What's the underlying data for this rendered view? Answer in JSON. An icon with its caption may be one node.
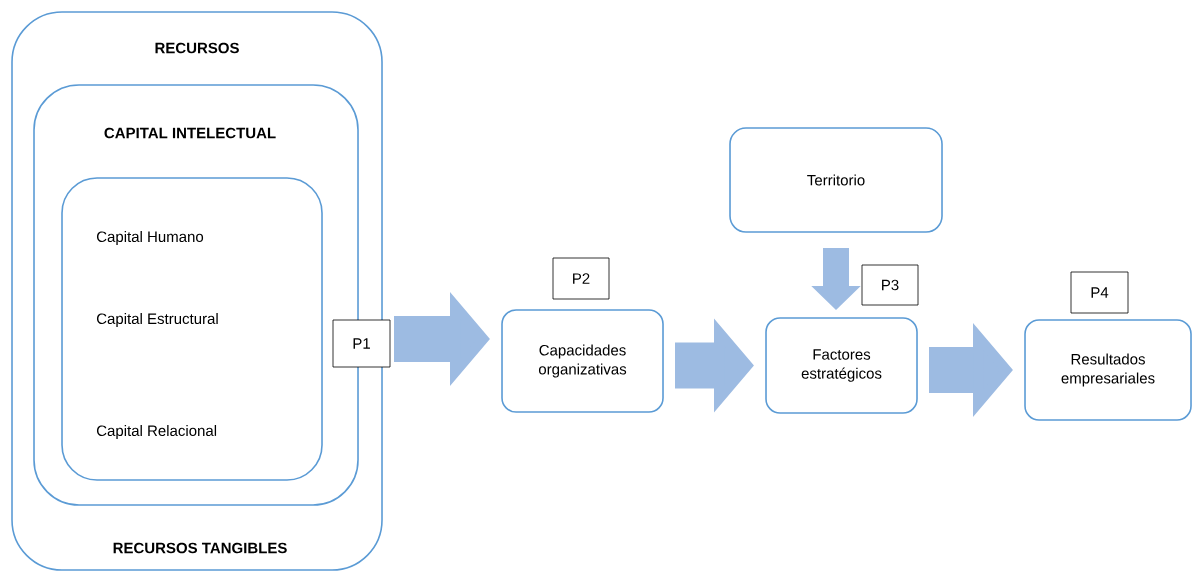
{
  "diagram": {
    "nodes": [
      {
        "text": [
          "RECURSOS",
          "RECURSOS TANGIBLES"
        ]
      },
      {
        "text": [
          "CAPITAL INTELECTUAL"
        ],
        "in": 0
      },
      {
        "text": [
          "Capital Humano",
          "Capital Estructural",
          "Capital Relacional"
        ],
        "in": 1
      },
      {
        "text": [
          "P1"
        ]
      },
      {
        "text": [
          "Capacidades organizativas"
        ]
      },
      {
        "text": [
          "P2"
        ]
      },
      {
        "text": [
          "Territorio"
        ]
      },
      {
        "text": [
          "Factores estratégicos"
        ]
      },
      {
        "text": [
          "P3"
        ]
      },
      {
        "text": [
          "Resultados empresariales"
        ]
      },
      {
        "text": [
          "P4"
        ]
      }
    ],
    "edges": [
      {
        "from": 0,
        "to": 4,
        "arrow": "to"
      },
      {
        "from": 4,
        "to": 7,
        "arrow": "to"
      },
      {
        "from": 6,
        "to": 7,
        "arrow": "to"
      },
      {
        "from": 7,
        "to": 9,
        "arrow": "to"
      }
    ]
  }
}
